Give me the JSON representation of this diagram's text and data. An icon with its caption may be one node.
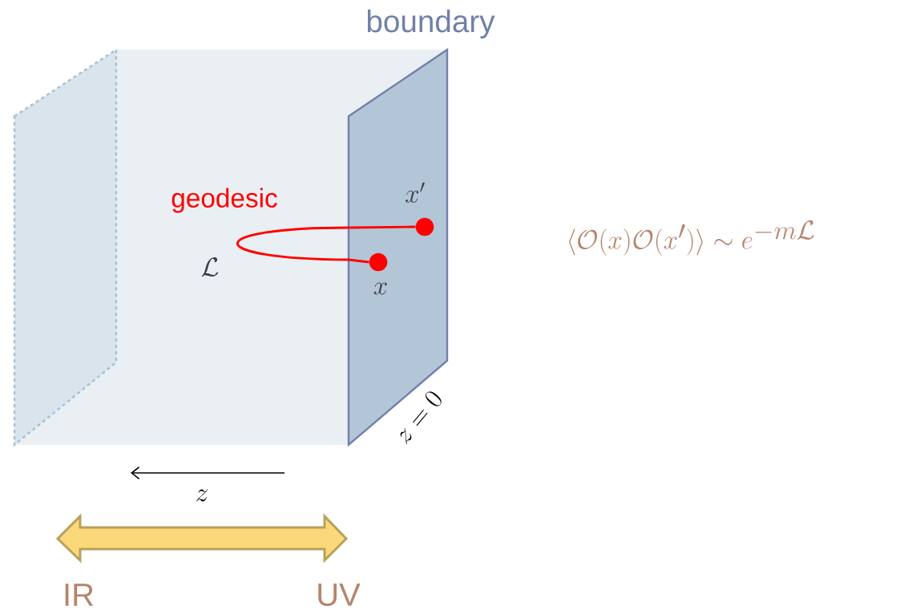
{
  "diagram": {
    "nodes": [
      {
        "text": [],
        "shape": "box"
      },
      {
        "text": [
          "boundary"
        ],
        "beside": [
          "z=0"
        ]
      },
      {
        "text": [],
        "shape": "circle",
        "beside": [
          "x'"
        ],
        "in": 1
      },
      {
        "text": [],
        "shape": "circle",
        "beside": [
          "x"
        ],
        "in": 1
      }
    ],
    "edges": [
      {
        "from": 2,
        "to": 3,
        "arrow": "none",
        "label": "geodesic",
        "color": "#ff0000"
      }
    ],
    "labels": [
      "\\mathcal{L}",
      "\\langle \\mathcal{O}(x)\\mathcal{O}(x')\\rangle \\sim e^{-m\\mathcal{L}}",
      "z",
      "IR",
      "UV"
    ]
  }
}
